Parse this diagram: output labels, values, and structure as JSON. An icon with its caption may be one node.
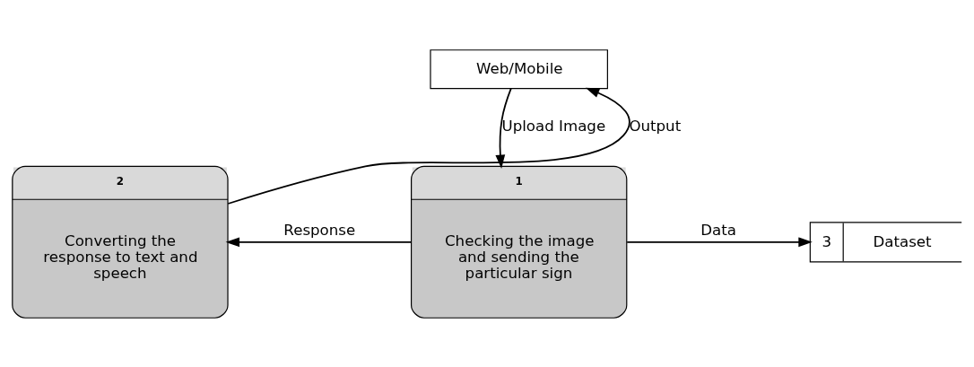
{
  "diagram": {
    "nodes": [
      {
        "text": [
          "Web/Mobile"
        ]
      },
      {
        "text": [
          "1",
          "Checking the image and sending the particular sign"
        ]
      },
      {
        "text": [
          "2",
          "Converting the response to text and speech"
        ]
      },
      {
        "text": [
          "3",
          "Dataset"
        ]
      }
    ],
    "edges": [
      {
        "from": 0,
        "to": 1,
        "arrow": "to",
        "label": "Upload Image"
      },
      {
        "from": 1,
        "to": 2,
        "arrow": "to",
        "label": "Response"
      },
      {
        "from": 1,
        "to": 3,
        "arrow": "to",
        "label": "Data"
      },
      {
        "from": 2,
        "to": 0,
        "arrow": "to",
        "label": "Output"
      }
    ]
  }
}
